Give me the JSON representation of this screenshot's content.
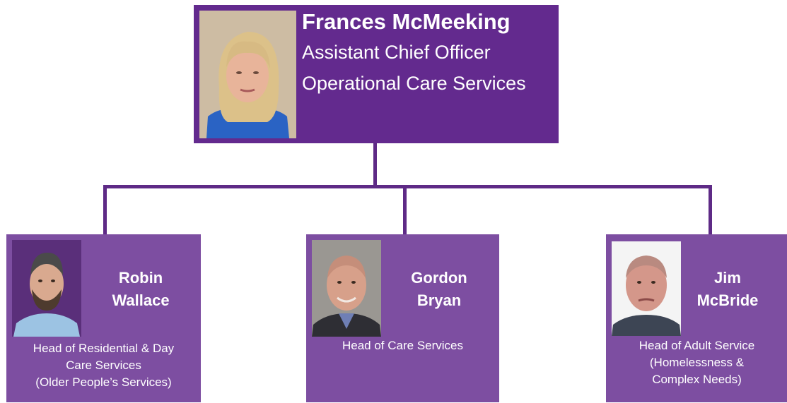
{
  "colors": {
    "top_box": "#632a8e",
    "sub_box": "#7d4ea1",
    "connector": "#5e2a86"
  },
  "top": {
    "name": "Frances McMeeking",
    "title_line1": "Assistant Chief Officer",
    "title_line2": "Operational Care Services"
  },
  "reports": [
    {
      "name_first": "Robin",
      "name_last": "Wallace",
      "role_lines": [
        "Head of Residential & Day",
        "Care Services",
        "(Older People’s Services)"
      ]
    },
    {
      "name_first": "Gordon",
      "name_last": "Bryan",
      "role_lines": [
        "Head of Care Services"
      ]
    },
    {
      "name_first": "Jim",
      "name_last": "McBride",
      "role_lines": [
        "Head of Adult Service",
        "(Homelessness &",
        "Complex Needs)"
      ]
    }
  ]
}
